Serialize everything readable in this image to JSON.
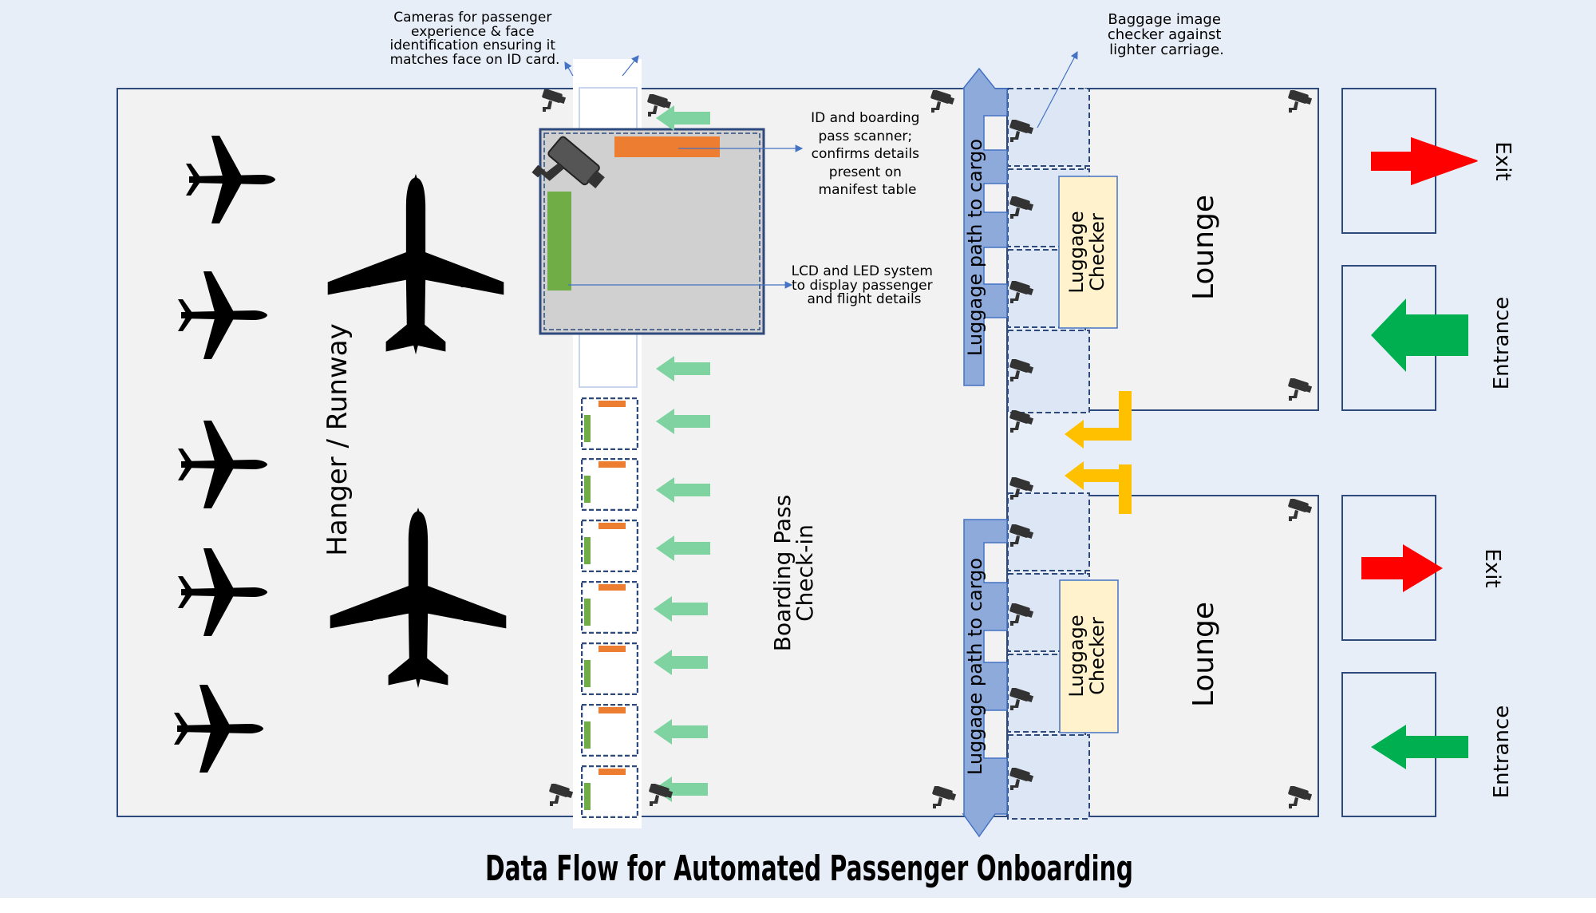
{
  "title": "Data Flow for Automated Passenger Onboarding",
  "labels": {
    "runway": "Hanger / Runway",
    "boarding_line1": "Boarding Pass",
    "boarding_line2": "Check-in",
    "luggage_path_top": "Luggage path to cargo",
    "luggage_path_bottom": "Luggage path to cargo",
    "checker_top_line1": "Luggage",
    "checker_top_line2": "Checker",
    "checker_bottom_line1": "Luggage",
    "checker_bottom_line2": "Checker",
    "lounge_top": "Lounge",
    "lounge_bottom": "Lounge",
    "exit_top": "Exit",
    "entrance_top": "Entrance",
    "exit_bottom": "Exit",
    "entrance_bottom": "Entrance"
  },
  "annotations": {
    "cameras": [
      "Cameras for passenger",
      "experience & face",
      "identification ensuring it",
      "matches face on ID card."
    ],
    "baggage": [
      "Baggage image",
      "checker against",
      "lighter carriage."
    ],
    "scanner": [
      "ID and boarding",
      "pass scanner;",
      "confirms details",
      "present on",
      "manifest table"
    ],
    "lcd": [
      "LCD and LED system",
      "to display passenger",
      "and flight details"
    ]
  },
  "colors": {
    "background": "#e8eef8",
    "floor": "#f2f2f2",
    "outline": "#2e4a7d",
    "path_blue": "#8eaadb",
    "scanner_orange": "#ed7d31",
    "display_green": "#70ad47",
    "queue_arrow": "#7fd3a0",
    "exit_red": "#ff0000",
    "entrance_green": "#00b050",
    "merge_yellow": "#ffc000",
    "checker_fill": "#fff2cc",
    "kiosk_grey": "#d0d0d0"
  },
  "icons": {
    "airplane": "airplane-icon",
    "camera": "security-camera-icon"
  }
}
